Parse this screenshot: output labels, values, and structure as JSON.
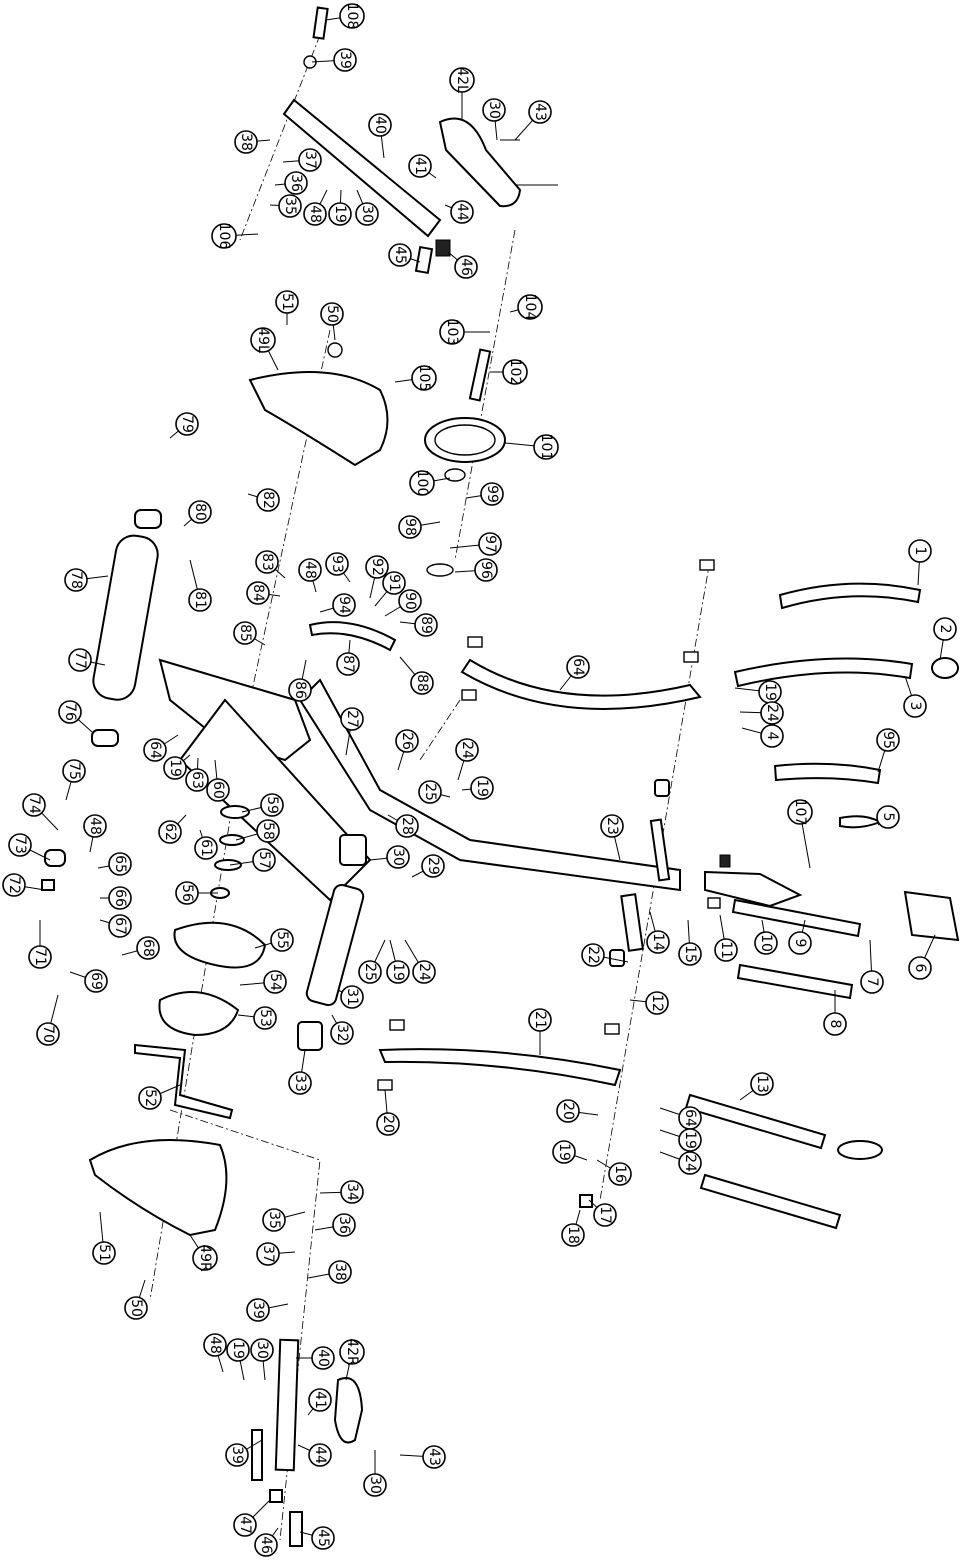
{
  "callouts": [
    "108",
    "39",
    "40",
    "42L",
    "30",
    "43",
    "41",
    "44",
    "38",
    "37",
    "36",
    "35",
    "48",
    "19",
    "30",
    "106",
    "45",
    "46",
    "104",
    "103",
    "102",
    "51",
    "50",
    "49L",
    "105",
    "101",
    "100",
    "99",
    "98",
    "97",
    "96",
    "79",
    "82",
    "80",
    "81",
    "83",
    "84",
    "85",
    "48",
    "93",
    "92",
    "91",
    "90",
    "89",
    "94",
    "87",
    "88",
    "86",
    "78",
    "77",
    "76",
    "64",
    "19",
    "63",
    "60",
    "62",
    "61",
    "59",
    "58",
    "57",
    "56",
    "55",
    "54",
    "53",
    "52",
    "27",
    "26",
    "24",
    "19",
    "25",
    "28",
    "30",
    "29",
    "31",
    "32",
    "33",
    "25",
    "19",
    "24",
    "75",
    "74",
    "73",
    "72",
    "71",
    "48",
    "65",
    "66",
    "67",
    "68",
    "69",
    "70",
    "1",
    "2",
    "3",
    "95",
    "64",
    "19",
    "24",
    "4",
    "5",
    "107",
    "6",
    "7",
    "8",
    "9",
    "10",
    "11",
    "23",
    "14",
    "15",
    "22",
    "12",
    "21",
    "20",
    "13",
    "64",
    "19",
    "24",
    "20",
    "19",
    "16",
    "17",
    "18",
    "51",
    "49R",
    "50",
    "34",
    "35",
    "36",
    "37",
    "38",
    "39",
    "48",
    "19",
    "30",
    "40",
    "42R",
    "41",
    "39",
    "44",
    "43",
    "30",
    "47",
    "46",
    "45"
  ],
  "colors": {
    "line": "#000000",
    "background": "#ffffff"
  }
}
